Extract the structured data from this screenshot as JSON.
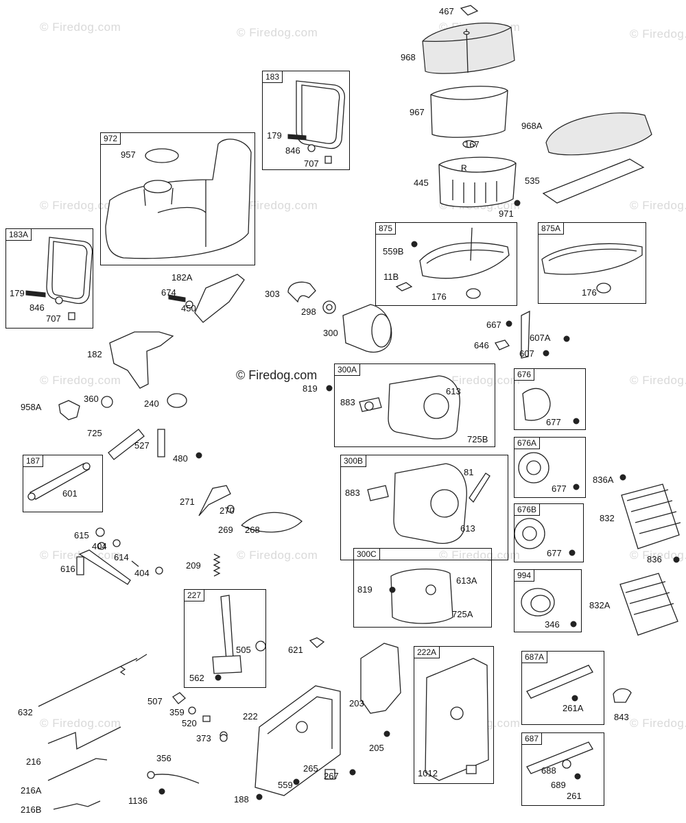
{
  "watermarks": {
    "faint": "© Firedog.com",
    "center": "© Firedog.com"
  },
  "groups": {
    "g183": "183",
    "g972": "972",
    "g183A": "183A",
    "g875": "875",
    "g875A": "875A",
    "g187": "187",
    "g300A": "300A",
    "g300B": "300B",
    "g300C": "300C",
    "g676": "676",
    "g676A": "676A",
    "g676B": "676B",
    "g994": "994",
    "g227": "227",
    "g222A": "222A",
    "g687A": "687A",
    "g687": "687"
  },
  "parts": {
    "p467": "467",
    "p968": "968",
    "p967": "967",
    "p167": "167",
    "p968A": "968A",
    "p445": "445",
    "p535": "535",
    "p971": "971",
    "p179a": "179",
    "p846a": "846",
    "p707a": "707",
    "p957": "957",
    "p179b": "179",
    "p846b": "846",
    "p707b": "707",
    "p182A": "182A",
    "p674": "674",
    "p450": "450",
    "p303": "303",
    "p298": "298",
    "p300": "300",
    "p559B": "559B",
    "p11B": "11B",
    "p176a": "176",
    "p176b": "176",
    "p667": "667",
    "p646": "646",
    "p607A": "607A",
    "p607": "607",
    "p182": "182",
    "p819a": "819",
    "p883a": "883",
    "p613a": "613",
    "p725B": "725B",
    "p677a": "677",
    "p958A": "958A",
    "p360": "360",
    "p240": "240",
    "p725": "725",
    "p527": "527",
    "p480": "480",
    "p601": "601",
    "p883b": "883",
    "p81": "81",
    "p613b": "613",
    "p677b": "677",
    "p836A": "836A",
    "p832": "832",
    "p836": "836",
    "p677c": "677",
    "p271": "271",
    "p270": "270",
    "p269": "269",
    "p268": "268",
    "p615": "615",
    "p404a": "404",
    "p614": "614",
    "p616": "616",
    "p404b": "404",
    "p209": "209",
    "p819b": "819",
    "p613A": "613A",
    "p725A": "725A",
    "p346": "346",
    "p832A": "832A",
    "p505": "505",
    "p562": "562",
    "p621": "621",
    "p203": "203",
    "p843": "843",
    "p261A": "261A",
    "p632": "632",
    "p507": "507",
    "p359": "359",
    "p520": "520",
    "p222": "222",
    "p373": "373",
    "p205": "205",
    "p216": "216",
    "p356": "356",
    "p265": "265",
    "p267": "267",
    "p1012": "1012",
    "p688": "688",
    "p689": "689",
    "p261": "261",
    "p216A": "216A",
    "p559": "559",
    "p1136": "1136",
    "p188": "188",
    "p216B": "216B"
  }
}
